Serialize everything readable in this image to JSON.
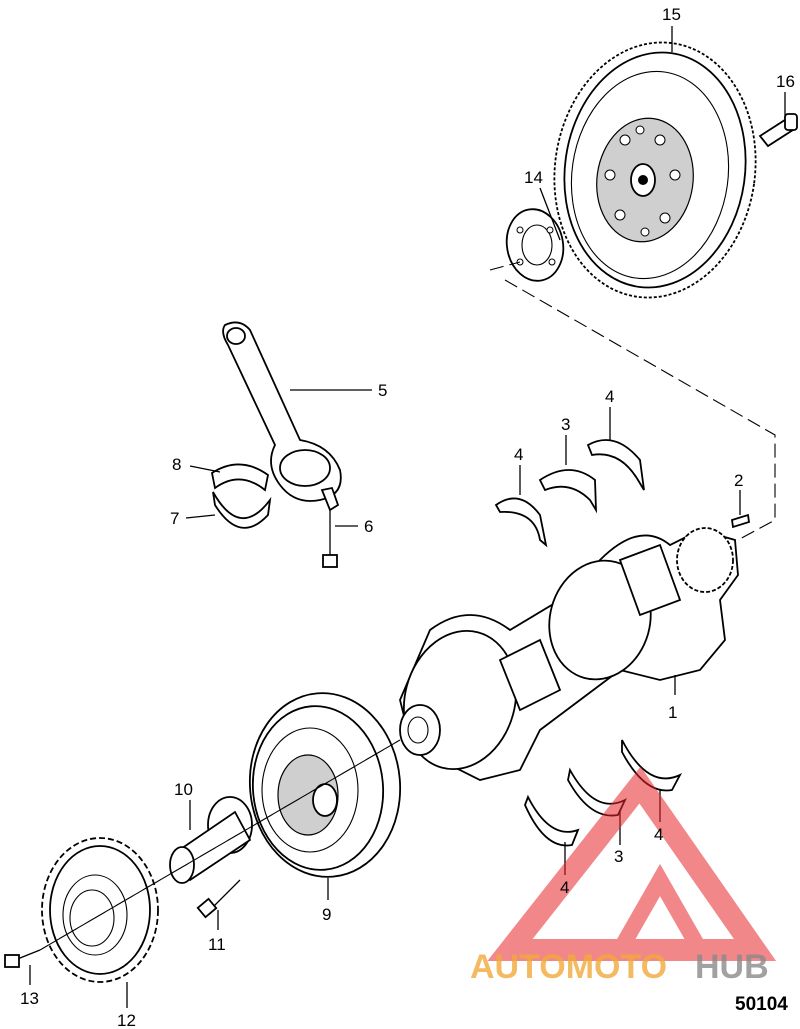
{
  "labels": {
    "l1": "1",
    "l2": "2",
    "l3a": "3",
    "l3b": "3",
    "l4a": "4",
    "l4b": "4",
    "l4c": "4",
    "l4d": "4",
    "l5": "5",
    "l6": "6",
    "l7": "7",
    "l8": "8",
    "l9": "9",
    "l10": "10",
    "l11": "11",
    "l12": "12",
    "l13": "13",
    "l14": "14",
    "l15": "15",
    "l16": "16"
  },
  "diagram_code": "50104",
  "watermark": {
    "part1": "AUTOMOTO",
    "part2": "HUB",
    "color_primary": "#f2a93b",
    "color_secondary": "#8a8a8a",
    "logo_color": "#e8262c"
  }
}
